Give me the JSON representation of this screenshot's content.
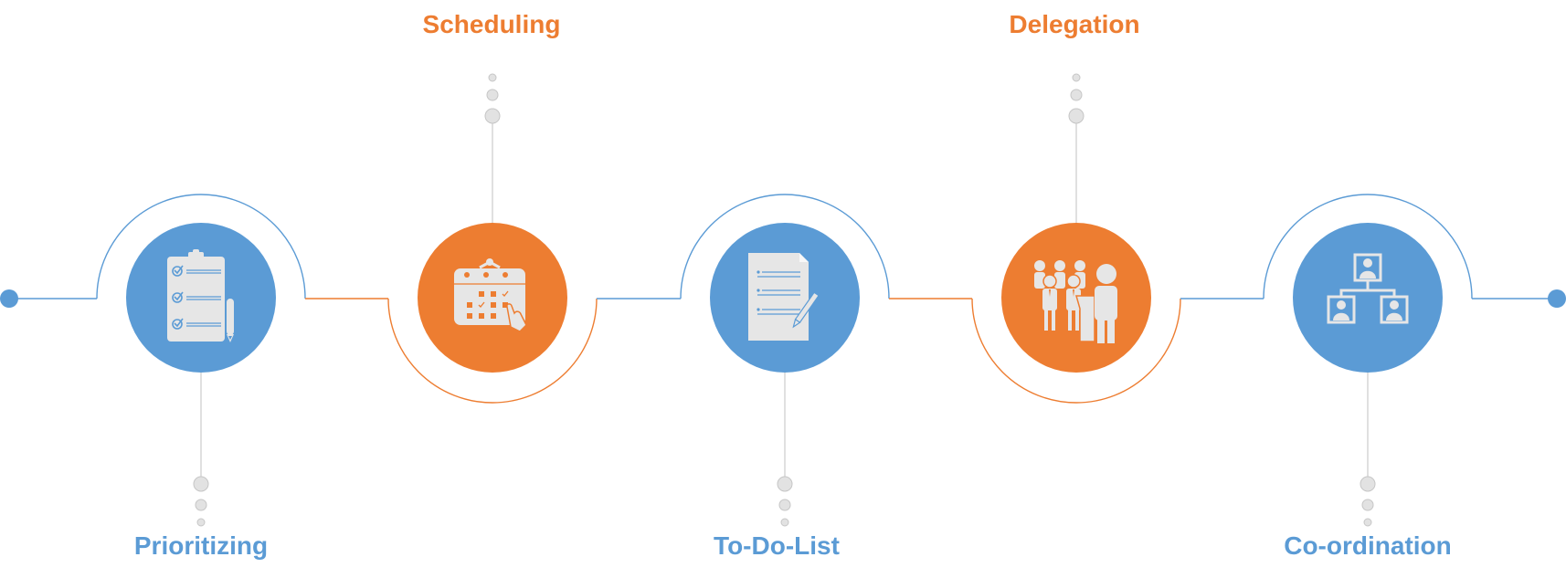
{
  "colors": {
    "blue": "#5b9bd5",
    "orange": "#ed7d31",
    "icon_fill": "#e6e6e6",
    "connector_dot_fill": "#e2e2e2",
    "connector_dot_stroke": "#c6c6c6",
    "connector_line": "#c0c0c0"
  },
  "steps": [
    {
      "label": "Prioritizing",
      "color": "blue",
      "icon": "clipboard-checklist-icon",
      "label_position": "bottom",
      "arc": "top"
    },
    {
      "label": "Scheduling",
      "color": "orange",
      "icon": "calendar-touch-icon",
      "label_position": "top",
      "arc": "bottom"
    },
    {
      "label": "To-Do-List",
      "color": "blue",
      "icon": "document-pen-icon",
      "label_position": "bottom",
      "arc": "top"
    },
    {
      "label": "Delegation",
      "color": "orange",
      "icon": "team-presentation-icon",
      "label_position": "top",
      "arc": "bottom"
    },
    {
      "label": "Co-ordination",
      "color": "blue",
      "icon": "org-chart-icon",
      "label_position": "bottom",
      "arc": "top"
    }
  ]
}
